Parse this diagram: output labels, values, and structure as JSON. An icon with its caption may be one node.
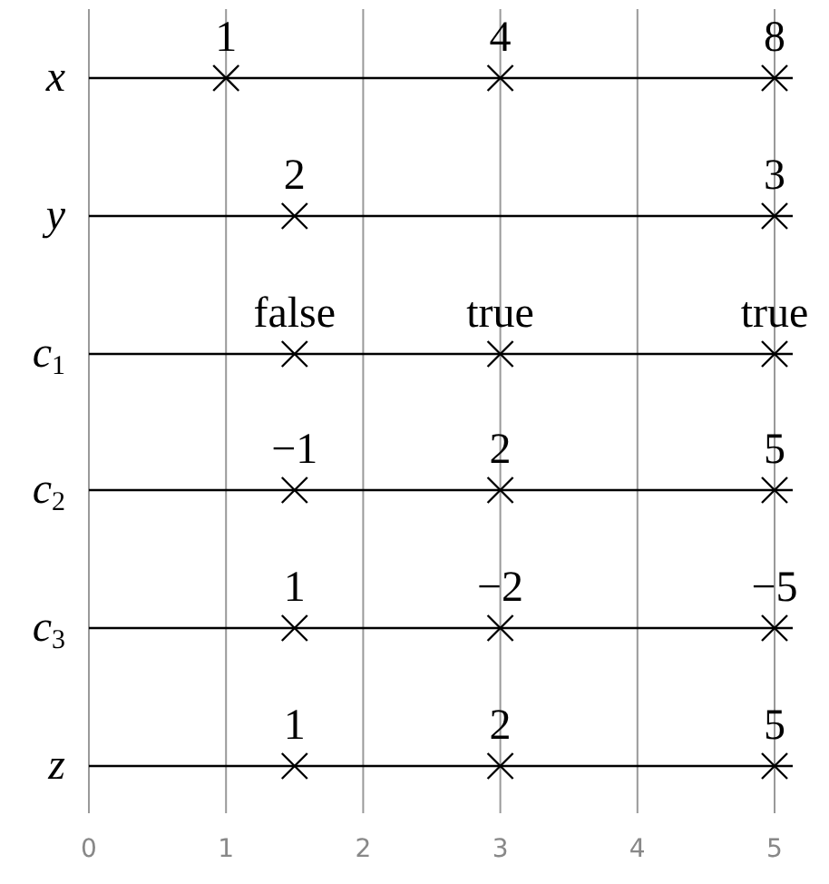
{
  "diagram": {
    "labels": [
      "x",
      "1",
      "4",
      "8",
      "y",
      "2",
      "3",
      "c$_{1}$",
      "false",
      "true",
      "true",
      "c$_{2}$",
      "−1",
      "2",
      "5",
      "c$_{3}$",
      "1",
      "−2",
      "−5",
      "z",
      "1",
      "2",
      "5",
      "0",
      "1",
      "2",
      "3",
      "4",
      "5"
    ]
  }
}
